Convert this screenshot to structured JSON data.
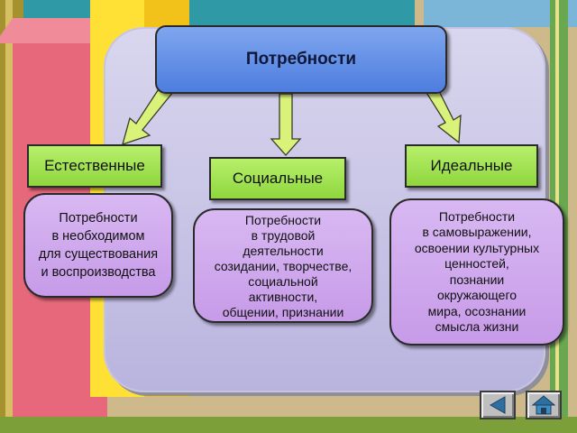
{
  "root": {
    "label": "Потребности"
  },
  "categories": [
    {
      "label": "Естественные",
      "description": "Потребности\nв необходимом\nдля существования\nи воспроизводства"
    },
    {
      "label": "Социальные",
      "description": "Потребности\nв трудовой\nдеятельности\nсозидании, творчестве,\nсоциальной\nактивности,\nобщении, признании"
    },
    {
      "label": "Идеальные",
      "description": "Потребности\nв самовыражении,\nосвоении культурных\nценностей,\nпознании\nокружающего\nмира, осознании\nсмысла жизни"
    }
  ],
  "navigation": {
    "back_icon": "back-triangle-icon",
    "home_icon": "home-icon"
  },
  "colors": {
    "root_fill": "#5c88e4",
    "category_fill": "#a4e355",
    "description_fill": "#cfa6ee",
    "panel_fill": "#c8c4e8",
    "arrow_fill": "#d8f27a"
  }
}
